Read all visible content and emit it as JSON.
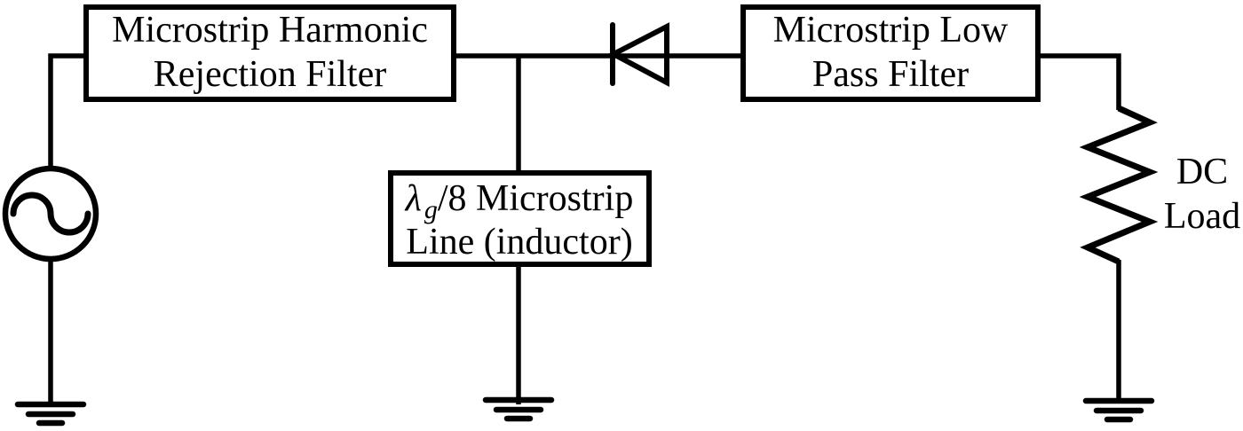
{
  "diagram": {
    "background": "#ffffff",
    "ink_color": "#000000",
    "blocks": {
      "harmonic_filter": {
        "line1": "Microstrip Harmonic",
        "line2": "Rejection Filter"
      },
      "microstrip_line": {
        "lambda": "λ",
        "lambda_subscript": "g",
        "after_lambda": "/8 Microstrip",
        "line2": "Line (inductor)"
      },
      "low_pass_filter": {
        "line1": "Microstrip Low",
        "line2": "Pass Filter"
      }
    },
    "load_label": {
      "line1": "DC",
      "line2": "Load"
    },
    "symbols": [
      "ac-source-icon",
      "diode-icon",
      "resistor-icon",
      "ground-icon"
    ]
  }
}
